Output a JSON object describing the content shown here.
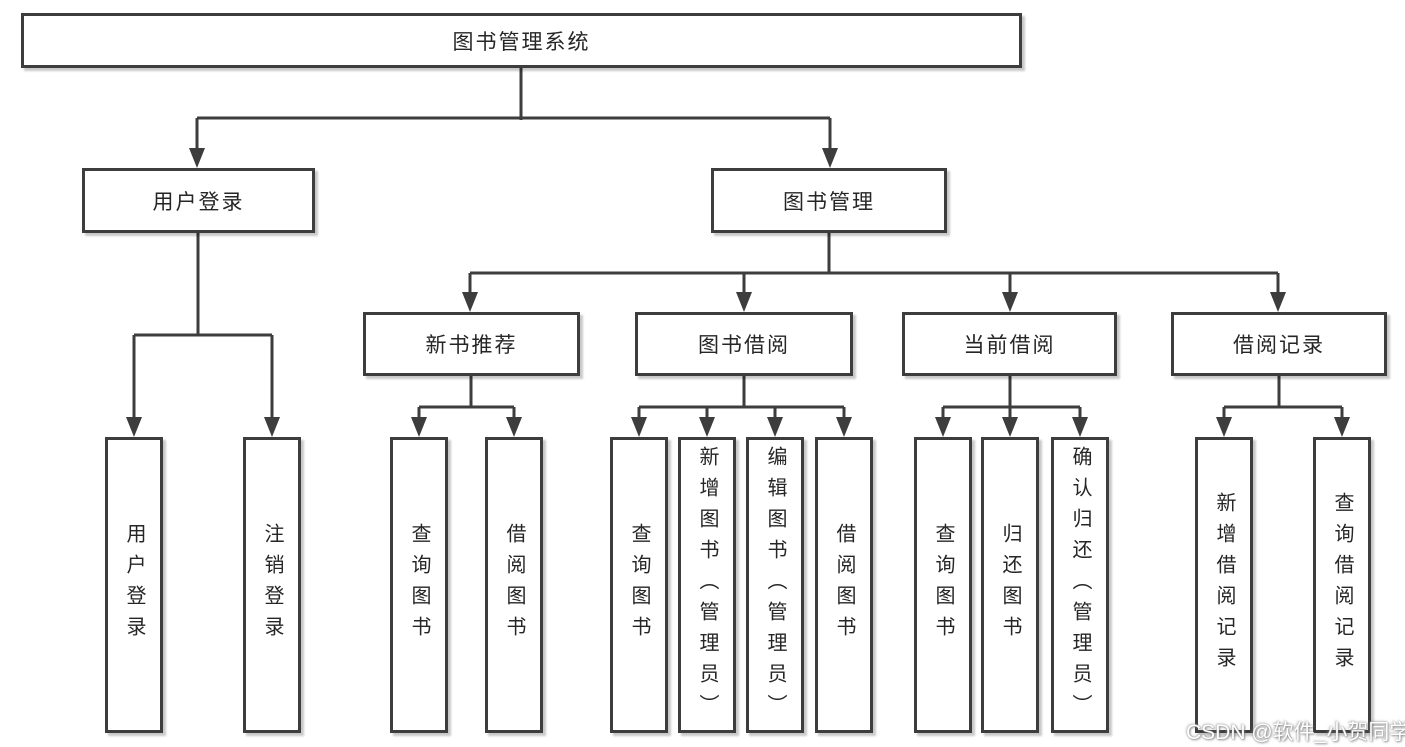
{
  "colors": {
    "line": "#3d3d3d",
    "box_border": "#3d3d3d",
    "text": "#262626",
    "background": "#ffffff",
    "watermark_text": "#ffffff"
  },
  "tree": {
    "root": {
      "label": "图书管理系统"
    },
    "branches": [
      {
        "label": "用户登录",
        "leaves": [
          "用户登录",
          "注销登录"
        ]
      },
      {
        "label": "图书管理",
        "sections": [
          {
            "label": "新书推荐",
            "leaves": [
              "查询图书",
              "借阅图书"
            ]
          },
          {
            "label": "图书借阅",
            "leaves": [
              "查询图书",
              "新增图书（管理员）",
              "编辑图书（管理员）",
              "借阅图书"
            ]
          },
          {
            "label": "当前借阅",
            "leaves": [
              "查询图书",
              "归还图书",
              "确认归还（管理员）"
            ]
          },
          {
            "label": "借阅记录",
            "leaves": [
              "新增借阅记录",
              "查询借阅记录"
            ]
          }
        ]
      }
    ]
  },
  "watermark": {
    "text": "CSDN @软件_小贺同学"
  }
}
